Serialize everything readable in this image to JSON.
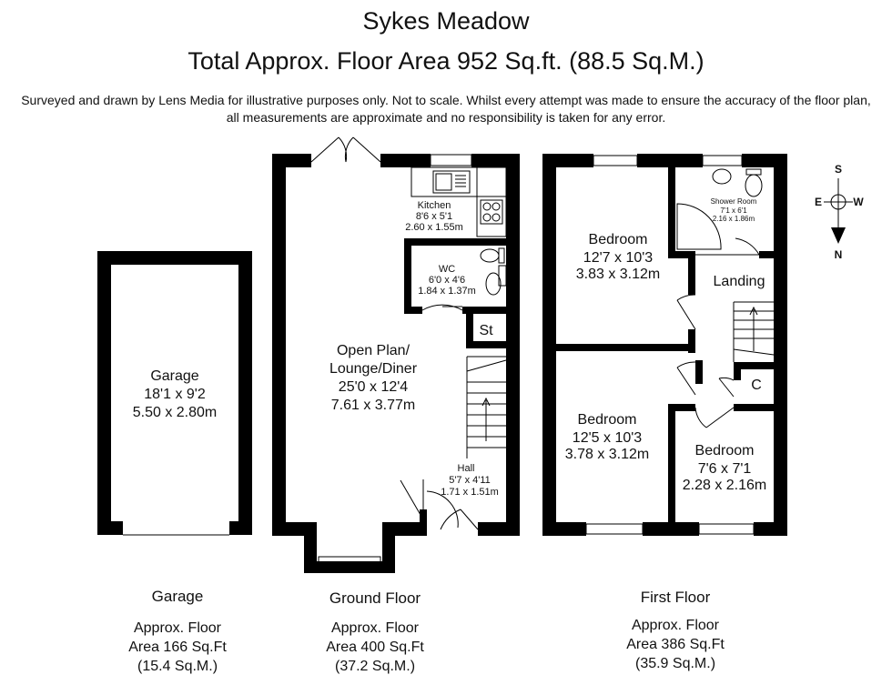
{
  "header": {
    "title": "Sykes Meadow",
    "subtitle": "Total Approx. Floor Area 952 Sq.ft. (88.5 Sq.M.)",
    "disclaimer_line1": "Surveyed and drawn by Lens Media for illustrative purposes only. Not to scale. Whilst every attempt was made to ensure the accuracy of the floor plan,",
    "disclaimer_line2": "all measurements are approximate and no responsibility is taken for any error."
  },
  "rooms": {
    "garage": {
      "name": "Garage",
      "imperial": "18'1 x 9'2",
      "metric": "5.50 x 2.80m"
    },
    "lounge": {
      "name_line1": "Open Plan/",
      "name_line2": "Lounge/Diner",
      "imperial": "25'0 x 12'4",
      "metric": "7.61 x 3.77m"
    },
    "kitchen": {
      "name": "Kitchen",
      "imperial": "8'6 x 5'1",
      "metric": "2.60 x 1.55m"
    },
    "wc": {
      "name": "WC",
      "imperial": "6'0 x 4'6",
      "metric": "1.84 x 1.37m"
    },
    "store": {
      "name": "St"
    },
    "hall": {
      "name": "Hall",
      "imperial": "5'7 x 4'11",
      "metric": "1.71 x 1.51m"
    },
    "bedroom1": {
      "name": "Bedroom",
      "imperial": "12'7 x 10'3",
      "metric": "3.83 x 3.12m"
    },
    "shower": {
      "name": "Shower Room",
      "imperial": "7'1 x 6'1",
      "metric": "2.16 x 1.86m"
    },
    "landing": {
      "name": "Landing"
    },
    "bedroom2": {
      "name": "Bedroom",
      "imperial": "12'5 x 10'3",
      "metric": "3.78 x 3.12m"
    },
    "bedroom3": {
      "name": "Bedroom",
      "imperial": "7'6 x 7'1",
      "metric": "2.28 x 2.16m"
    },
    "cupboard": {
      "name": "C"
    }
  },
  "floors": {
    "garage": {
      "name": "Garage",
      "area_line1": "Approx. Floor",
      "area_line2": "Area 166 Sq.Ft",
      "area_line3": "(15.4 Sq.M.)"
    },
    "ground": {
      "name": "Ground Floor",
      "area_line1": "Approx. Floor",
      "area_line2": "Area 400 Sq.Ft",
      "area_line3": "(37.2 Sq.M.)"
    },
    "first": {
      "name": "First Floor",
      "area_line1": "Approx. Floor",
      "area_line2": "Area 386 Sq.Ft",
      "area_line3": "(35.9 Sq.M.)"
    }
  },
  "compass": {
    "north": "S",
    "south": "N",
    "east": "W",
    "west": "E"
  },
  "colors": {
    "wall": "#000000",
    "background": "#ffffff"
  }
}
